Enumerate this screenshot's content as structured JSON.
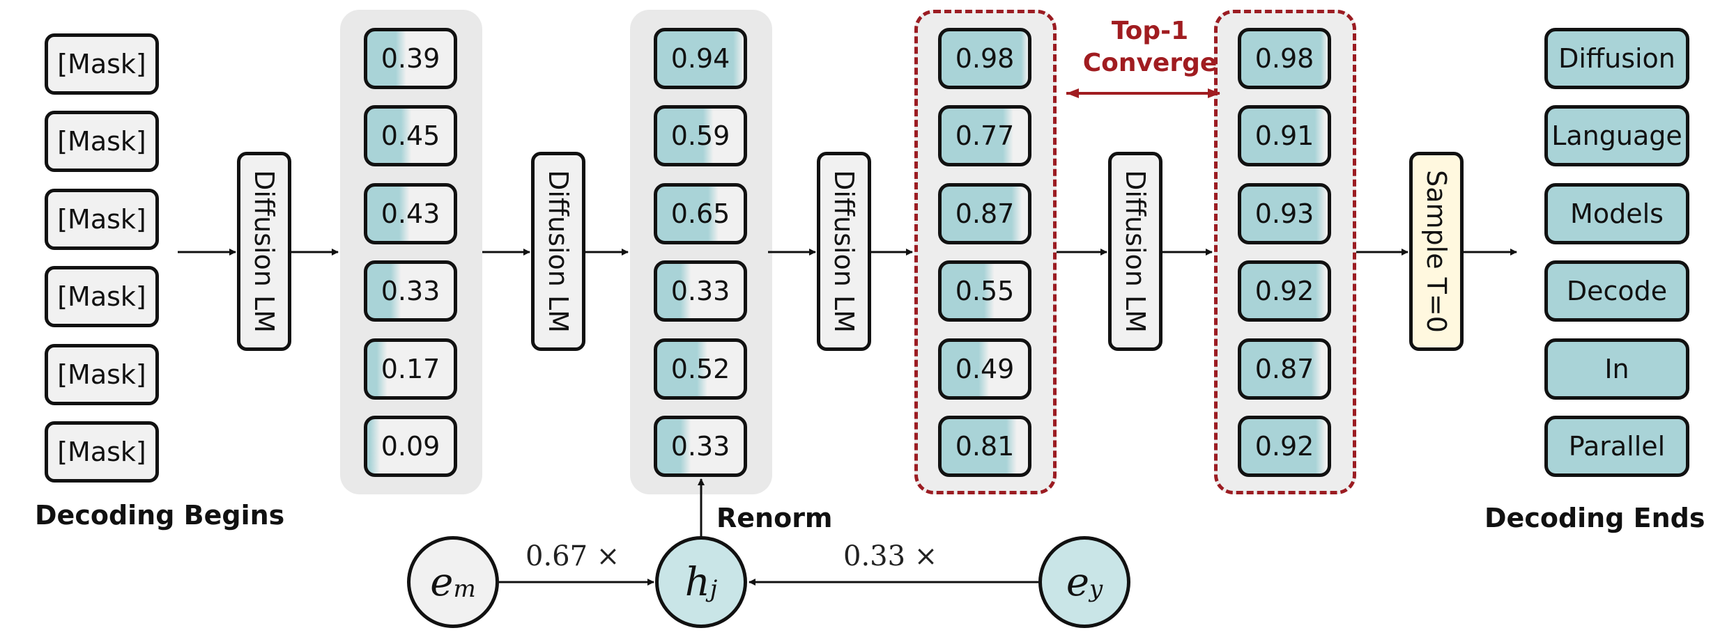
{
  "input_tokens": [
    "[Mask]",
    "[Mask]",
    "[Mask]",
    "[Mask]",
    "[Mask]",
    "[Mask]"
  ],
  "model_label": "Diffusion LM",
  "sample_label": "Sample T=0",
  "columns": [
    {
      "values": [
        "0.39",
        "0.45",
        "0.43",
        "0.33",
        "0.17",
        "0.09"
      ],
      "fill": [
        0.39,
        0.45,
        0.43,
        0.33,
        0.17,
        0.09
      ],
      "highlighted": false
    },
    {
      "values": [
        "0.94",
        "0.59",
        "0.65",
        "0.33",
        "0.52",
        "0.33"
      ],
      "fill": [
        0.94,
        0.59,
        0.65,
        0.33,
        0.52,
        0.33
      ],
      "highlighted": false
    },
    {
      "values": [
        "0.98",
        "0.77",
        "0.87",
        "0.55",
        "0.49",
        "0.81"
      ],
      "fill": [
        0.98,
        0.77,
        0.87,
        0.55,
        0.49,
        0.81
      ],
      "highlighted": true
    },
    {
      "values": [
        "0.98",
        "0.91",
        "0.93",
        "0.92",
        "0.87",
        "0.92"
      ],
      "fill": [
        0.98,
        0.91,
        0.93,
        0.92,
        0.87,
        0.92
      ],
      "highlighted": true
    }
  ],
  "output_tokens": [
    "Diffusion",
    "Language",
    "Models",
    "Decode",
    "In",
    "Parallel"
  ],
  "labels": {
    "decoding_begins": "Decoding Begins",
    "decoding_ends": "Decoding Ends",
    "renorm": "Renorm",
    "top1_line1": "Top-1",
    "top1_line2": "Converge"
  },
  "nodes": {
    "em": {
      "symbol": "e",
      "sub": "m"
    },
    "hj": {
      "symbol": "h",
      "sub": "j"
    },
    "ey": {
      "symbol": "e",
      "sub": "y"
    }
  },
  "weights": {
    "left": "0.67 ×",
    "right": "0.33 ×"
  },
  "colors": {
    "teal": "#a9d3d7",
    "box_gray": "#f1f1f1",
    "panel_gray": "#e9e9e9",
    "highlight": "#9b1c22",
    "sample": "#fff8df"
  }
}
